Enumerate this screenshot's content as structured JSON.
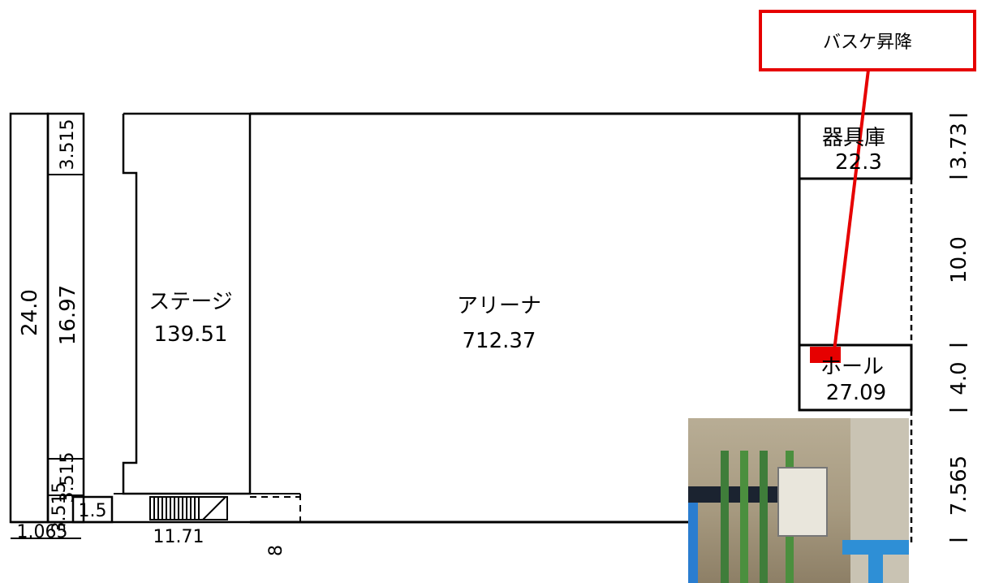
{
  "labels": {
    "stage_name": "ステージ",
    "stage_area": "139.51",
    "arena_name": "アリーナ",
    "arena_area": "712.37",
    "storage_name": "器具庫",
    "storage_area": "22.3",
    "hall_name": "ホール",
    "hall_area": "27.09"
  },
  "dimensions": {
    "overall_height": "24.0",
    "left_top": "3.515",
    "left_middle": "16.97",
    "left_bottom": "3.515",
    "small_block": "1.5",
    "bottom_left": "1.065",
    "stage_width": "11.71",
    "arena_offset": "8",
    "right_top": "3.73",
    "right_middle": "10.0",
    "right_hall": "4.0",
    "right_bottom": "7.565"
  },
  "callout": {
    "text": "バスケ昇降"
  },
  "colors": {
    "lines": "#000000",
    "callout": "#e60000"
  }
}
